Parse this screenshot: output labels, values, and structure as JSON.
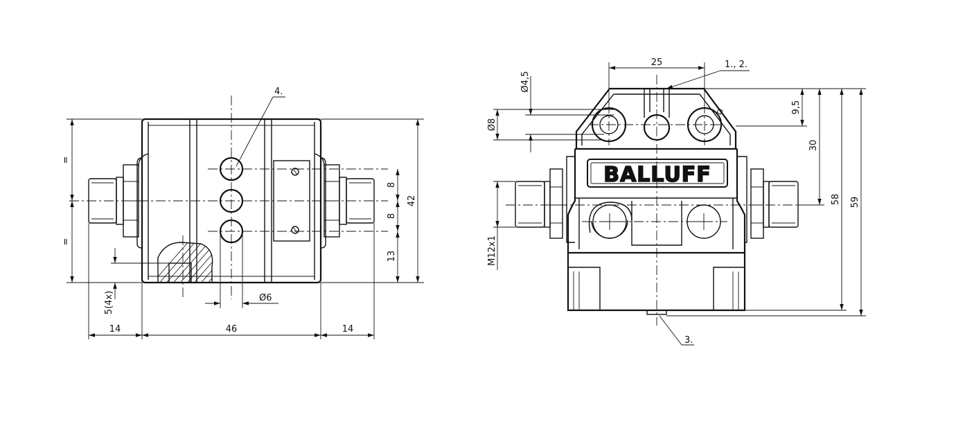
{
  "drawing": {
    "side_view": {
      "dimensions": {
        "width_body": "46",
        "width_left_connector": "14",
        "width_right_connector": "14",
        "height_total": "42",
        "pitch_upper": "8",
        "pitch_lower": "8",
        "hole_offset_bottom": "13",
        "mounting_thread": "5(4x)",
        "hole_diameter": "Ø6",
        "equal_upper": "=",
        "equal_lower": "="
      },
      "callouts": {
        "holes": "4."
      }
    },
    "front_view": {
      "brand_logo": "BALLUFF",
      "dimensions": {
        "hole_spacing": "25",
        "bore_small": "Ø4,5",
        "bore_counter": "Ø8",
        "connector_thread": "M12x1",
        "top_offset": "9,5",
        "height_30": "30",
        "height_58": "58",
        "height_59": "59"
      },
      "callouts": {
        "top": "1., 2.",
        "bottom": "3."
      }
    }
  }
}
